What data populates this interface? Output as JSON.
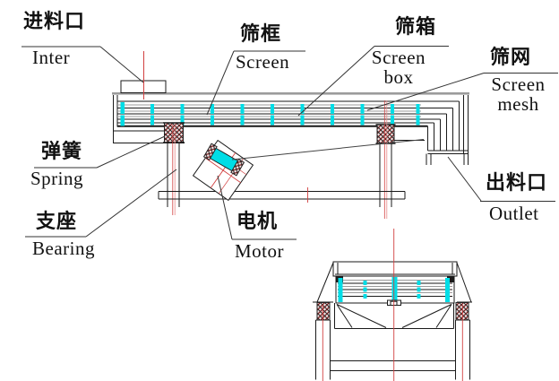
{
  "labels": {
    "inlet": {
      "zh": "进料口",
      "en": "Inter"
    },
    "screen_frame": {
      "zh": "筛框",
      "en": "Screen"
    },
    "screen_box": {
      "zh": "筛箱",
      "en_line1": "Screen",
      "en_line2": "box"
    },
    "screen_mesh": {
      "zh": "筛网",
      "en_line1": "Screen",
      "en_line2": "mesh"
    },
    "outlet": {
      "zh": "出料口",
      "en": "Outlet"
    },
    "spring": {
      "zh": "弹簧",
      "en": "Spring"
    },
    "bearing": {
      "zh": "支座",
      "en": "Bearing"
    },
    "motor": {
      "zh": "电机",
      "en": "Motor"
    }
  },
  "colors": {
    "background": "#ffffff",
    "line": "#1a1a1a",
    "gray_line": "#9b9b9b",
    "accent_cyan": "#00dde6",
    "centerline_red": "#d24040",
    "spring_hatch_red": "#7a1d1d"
  }
}
